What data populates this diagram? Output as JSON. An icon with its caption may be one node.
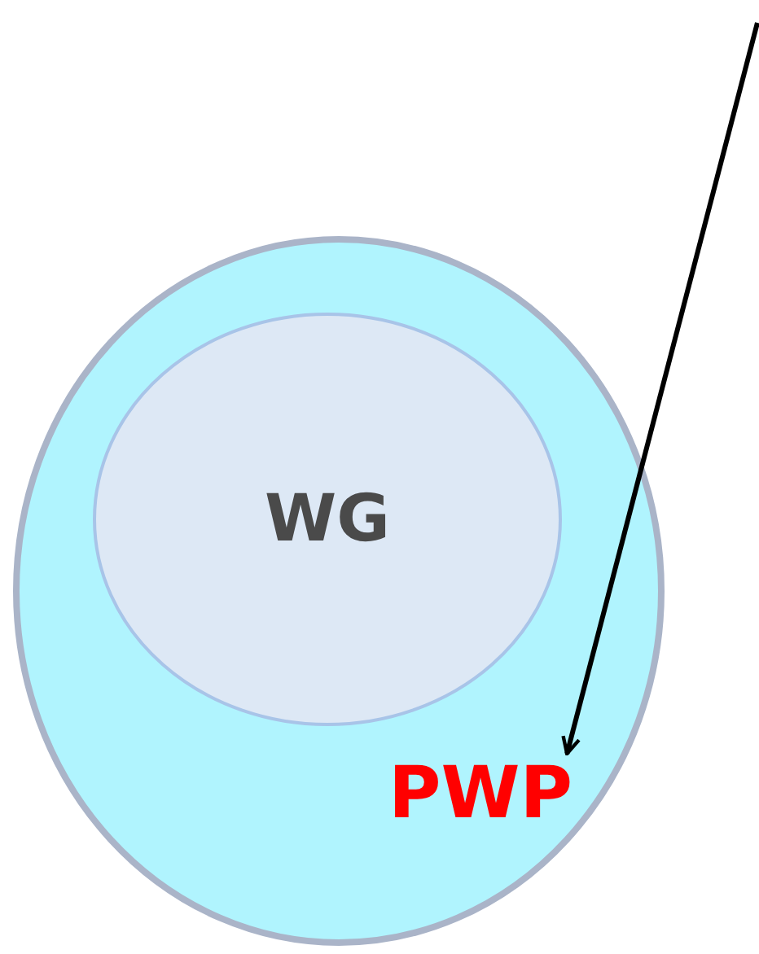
{
  "diagram": {
    "nodes": [
      {
        "text": [],
        "shape": "ellipse"
      },
      {
        "text": [
          "WG"
        ],
        "in": 0
      },
      {
        "text": [
          "PWP"
        ],
        "in": 0
      }
    ],
    "edges": [
      {
        "from": null,
        "to": 2,
        "arrow": "to"
      }
    ]
  }
}
